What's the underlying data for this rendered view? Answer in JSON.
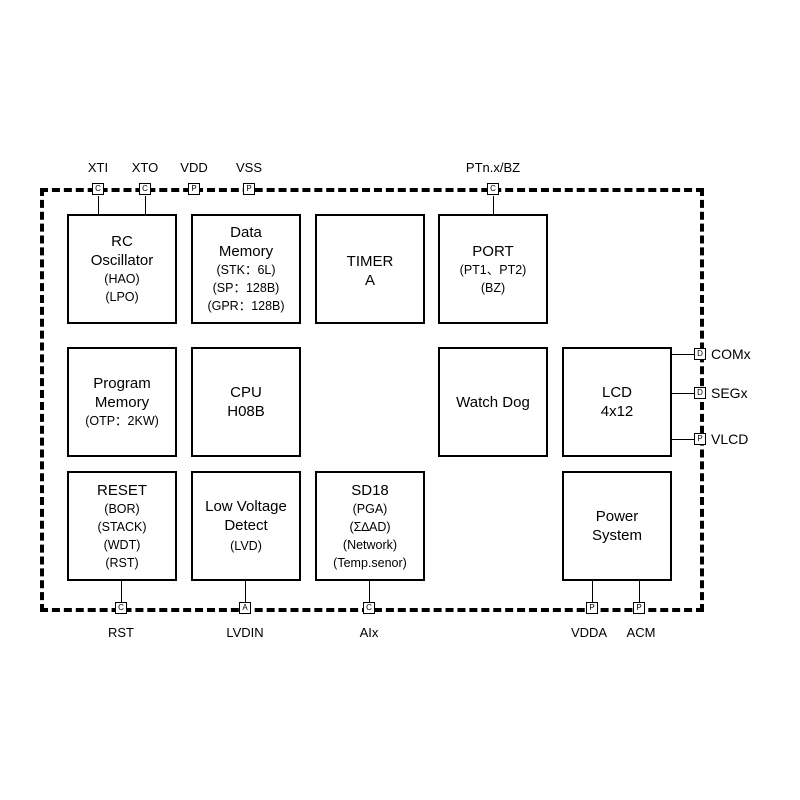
{
  "blocks": {
    "rc_osc": {
      "title": [
        "RC",
        "Oscillator"
      ],
      "subs": [
        "(HAO)",
        "(LPO)"
      ]
    },
    "data_mem": {
      "title": [
        "Data",
        "Memory"
      ],
      "subs": [
        "(STK：6L)",
        "(SP：128B)",
        "(GPR：128B)"
      ]
    },
    "timer": {
      "title": [
        "TIMER",
        "A"
      ],
      "subs": []
    },
    "port": {
      "title": [
        "PORT"
      ],
      "subs": [
        "(PT1、PT2)",
        "(BZ)"
      ]
    },
    "prog_mem": {
      "title": [
        "Program",
        "Memory"
      ],
      "subs": [
        "(OTP：2KW)"
      ]
    },
    "cpu": {
      "title": [
        "CPU",
        "H08B"
      ],
      "subs": []
    },
    "watchdog": {
      "title": [
        "Watch Dog"
      ],
      "subs": []
    },
    "lcd": {
      "title": [
        "LCD",
        "4x12"
      ],
      "subs": []
    },
    "reset": {
      "title": [
        "RESET"
      ],
      "subs": [
        "(BOR)",
        "(STACK)",
        "(WDT)",
        "(RST)"
      ]
    },
    "lvd": {
      "title": [
        "Low Voltage",
        "Detect"
      ],
      "subs": [
        "(LVD)"
      ]
    },
    "sd18": {
      "title": [
        "SD18"
      ],
      "subs": [
        "(PGA)",
        "(Σ∆AD)",
        "(Network)",
        "(Temp.senor)"
      ]
    },
    "power": {
      "title": [
        "Power",
        "System"
      ],
      "subs": []
    }
  },
  "pins": {
    "xti": {
      "label": "XTI",
      "type": "C"
    },
    "xto": {
      "label": "XTO",
      "type": "C"
    },
    "vdd": {
      "label": "VDD",
      "type": "P"
    },
    "vss": {
      "label": "VSS",
      "type": "P"
    },
    "ptn": {
      "label": "PTn.x/BZ",
      "type": "C"
    },
    "comx": {
      "label": "COMx",
      "type": "D"
    },
    "segx": {
      "label": "SEGx",
      "type": "D"
    },
    "vlcd": {
      "label": "VLCD",
      "type": "P"
    },
    "rst": {
      "label": "RST",
      "type": "C"
    },
    "lvdin": {
      "label": "LVDIN",
      "type": "A"
    },
    "aix": {
      "label": "AIx",
      "type": "C"
    },
    "vdda": {
      "label": "VDDA",
      "type": "P"
    },
    "acm": {
      "label": "ACM",
      "type": "P"
    }
  }
}
